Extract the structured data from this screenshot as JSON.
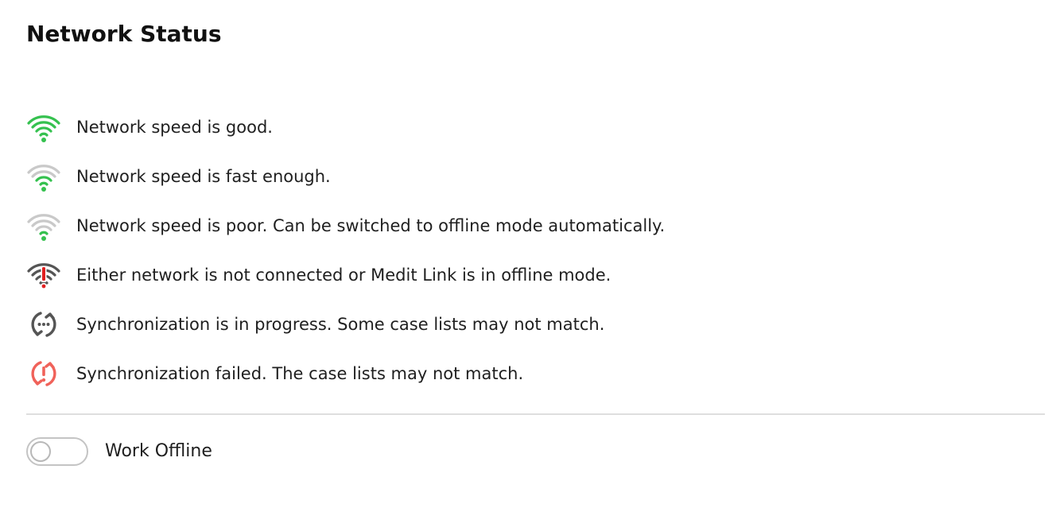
{
  "header": {
    "title": "Network Status"
  },
  "statuses": [
    {
      "icon": "wifi-good-icon",
      "text": "Network speed is good."
    },
    {
      "icon": "wifi-fast-enough-icon",
      "text": "Network speed is fast enough."
    },
    {
      "icon": "wifi-poor-icon",
      "text": "Network speed is poor. Can be switched to offline mode automatically."
    },
    {
      "icon": "wifi-offline-alert-icon",
      "text": "Either network is not connected or Medit Link is in offline mode."
    },
    {
      "icon": "sync-in-progress-icon",
      "text": "Synchronization is in progress. Some case lists may not match."
    },
    {
      "icon": "sync-failed-icon",
      "text": "Synchronization failed. The case lists may not match."
    }
  ],
  "offline_toggle": {
    "label": "Work Offline",
    "enabled": false
  },
  "colors": {
    "good": "#35c14f",
    "inactive": "#c9c9c9",
    "offline": "#555555",
    "alert": "#e02020",
    "sync": "#555555",
    "sync_failed": "#f0625a"
  }
}
